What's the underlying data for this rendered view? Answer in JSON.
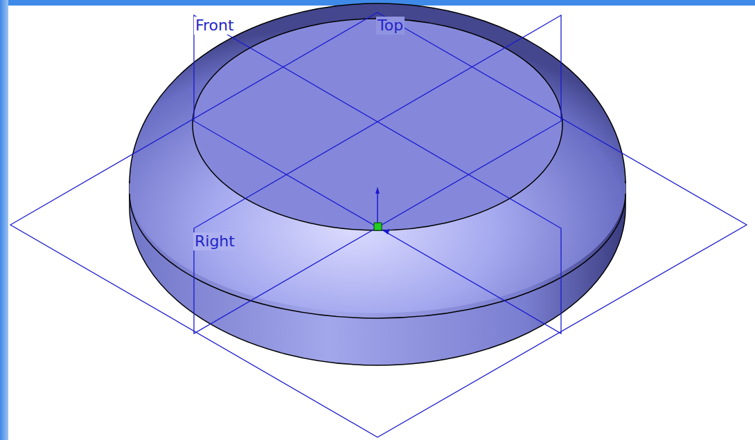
{
  "diagram": {
    "labels": [
      "Front",
      "Top",
      "Right"
    ]
  }
}
